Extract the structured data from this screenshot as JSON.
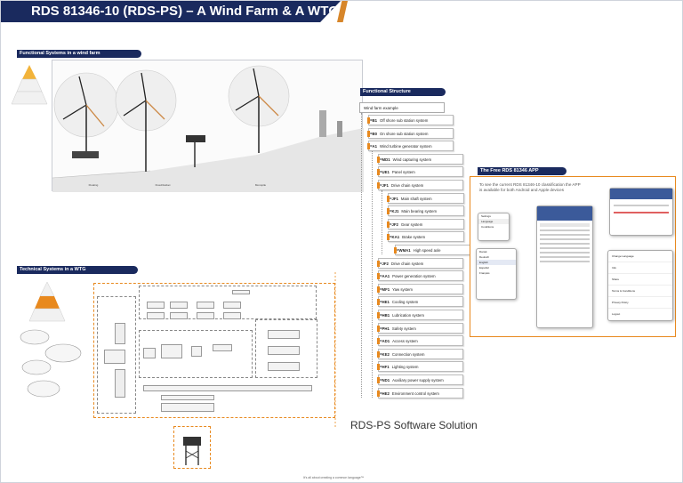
{
  "title": "RDS 81346-10 (RDS-PS) – A Wind Farm & A WTG",
  "sections": {
    "wind_farm": "Functional Systems in a wind farm",
    "wtg": "Technical Systems in a WTG",
    "functional_structure": "Functional Structure",
    "app": "The Free RDS 81346 APP"
  },
  "wind_farm_labels": [
    "Floating",
    "Fixed/Jacket",
    "Monopile"
  ],
  "functional_structure": {
    "root": "Wind farm example",
    "items": [
      {
        "code": "=B1",
        "label": "Off shore sub station system",
        "level": 0
      },
      {
        "code": "=B0",
        "label": "On shore sub station system",
        "level": 0
      },
      {
        "code": "=A1",
        "label": "Wind turbine generator system",
        "level": 0
      },
      {
        "code": "=MD1",
        "label": "Wind capturing system",
        "level": 1
      },
      {
        "code": "=UE1",
        "label": "Panel system",
        "level": 1
      },
      {
        "code": "=JF1",
        "label": "Drive chain system",
        "level": 1
      },
      {
        "code": "=JF1",
        "label": "Main shaft system",
        "level": 2
      },
      {
        "code": "=KJ1",
        "label": "Main bearing system",
        "level": 2
      },
      {
        "code": "=JF2",
        "label": "Gear system",
        "level": 2
      },
      {
        "code": "=KA1",
        "label": "Brake system",
        "level": 2
      },
      {
        "code": "=WMA1",
        "label": "High speed axle",
        "level": 3
      },
      {
        "code": "=JF2",
        "label": "Drive chain system",
        "level": 1
      },
      {
        "code": "=AA1",
        "label": "Power generation system",
        "level": 1
      },
      {
        "code": "=MF1",
        "label": "Yaw system",
        "level": 1
      },
      {
        "code": "=HE1",
        "label": "Cooling system",
        "level": 1
      },
      {
        "code": "=HB1",
        "label": "Lubrication system",
        "level": 1
      },
      {
        "code": "=PH1",
        "label": "Safety system",
        "level": 1
      },
      {
        "code": "=AD1",
        "label": "Access system",
        "level": 1
      },
      {
        "code": "=KE2",
        "label": "Connection system",
        "level": 1
      },
      {
        "code": "=HF1",
        "label": "Lighting system",
        "level": 1
      },
      {
        "code": "=ND1",
        "label": "Auxiliary power supply system",
        "level": 1
      },
      {
        "code": "=HE2",
        "label": "Environment control system",
        "level": 1
      }
    ]
  },
  "software_caption": "RDS-PS Software Solution",
  "app": {
    "description_line1": "To see the current RDS 81346-10 classification the APP",
    "description_line2": "is available for both Android and Apple devices",
    "settings_items": [
      "Settings",
      "Language",
      "Conditions"
    ],
    "lang_items": [
      "Dansk",
      "Deutsch",
      "English",
      "Español",
      "Français"
    ],
    "menu_items": [
      "Change Language",
      "Info",
      "Share",
      "Terms & Conditions",
      "Privacy Policy",
      "Logout"
    ]
  },
  "footer": "It's all about creating a common language™",
  "colors": {
    "navy": "#1a2a5e",
    "orange": "#e8891e"
  }
}
